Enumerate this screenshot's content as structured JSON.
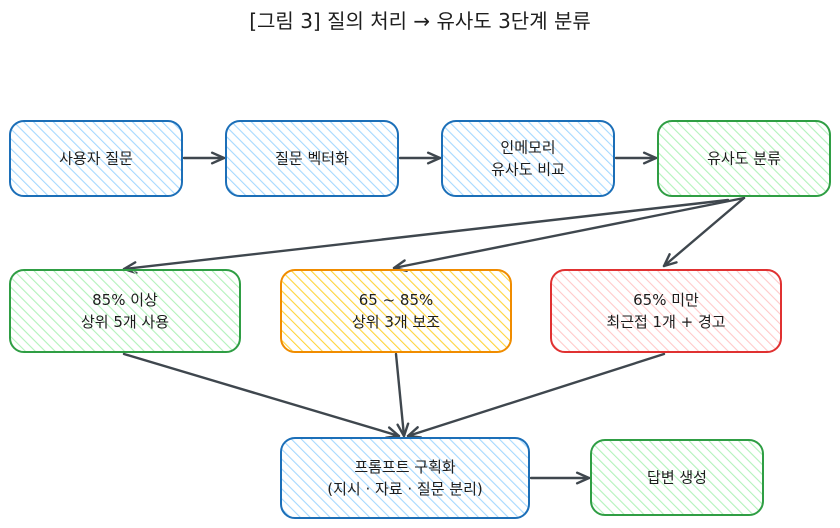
{
  "title": "[그림 3] 질의 처리 → 유사도 3단계 분류",
  "colors": {
    "blue_stroke": "#1c6fb8",
    "blue_fill": "#a5d8ff",
    "green_stroke": "#2f9e44",
    "green_fill": "#b2f2bb",
    "yellow_stroke": "#f08c00",
    "yellow_fill": "#ffd43b",
    "red_stroke": "#e03131",
    "red_fill": "#ffc9c9",
    "arrow": "#3f474e"
  },
  "nodes": [
    {
      "id": "user-question",
      "lines": [
        "사용자 질문"
      ],
      "color": "blue"
    },
    {
      "id": "question-vectorize",
      "lines": [
        "질문 벡터화"
      ],
      "color": "blue"
    },
    {
      "id": "inmemory-compare",
      "lines": [
        "인메모리",
        "유사도 비교"
      ],
      "color": "blue"
    },
    {
      "id": "similarity-classify",
      "lines": [
        "유사도 분류"
      ],
      "color": "green"
    },
    {
      "id": "high-similarity",
      "lines": [
        "85% 이상",
        "상위 5개 사용"
      ],
      "color": "green"
    },
    {
      "id": "mid-similarity",
      "lines": [
        "65 ~ 85%",
        "상위 3개 보조"
      ],
      "color": "yellow"
    },
    {
      "id": "low-similarity",
      "lines": [
        "65% 미만",
        "최근접 1개 + 경고"
      ],
      "color": "red"
    },
    {
      "id": "prompt-structure",
      "lines": [
        "프롬프트 구획화",
        "(지시 · 자료 · 질문 분리)"
      ],
      "color": "blue"
    },
    {
      "id": "answer-generate",
      "lines": [
        "답변 생성"
      ],
      "color": "green"
    }
  ],
  "edges": [
    {
      "from": "user-question",
      "to": "question-vectorize"
    },
    {
      "from": "question-vectorize",
      "to": "inmemory-compare"
    },
    {
      "from": "inmemory-compare",
      "to": "similarity-classify"
    },
    {
      "from": "similarity-classify",
      "to": "high-similarity"
    },
    {
      "from": "similarity-classify",
      "to": "mid-similarity"
    },
    {
      "from": "similarity-classify",
      "to": "low-similarity"
    },
    {
      "from": "high-similarity",
      "to": "prompt-structure"
    },
    {
      "from": "mid-similarity",
      "to": "prompt-structure"
    },
    {
      "from": "low-similarity",
      "to": "prompt-structure"
    },
    {
      "from": "prompt-structure",
      "to": "answer-generate"
    }
  ]
}
